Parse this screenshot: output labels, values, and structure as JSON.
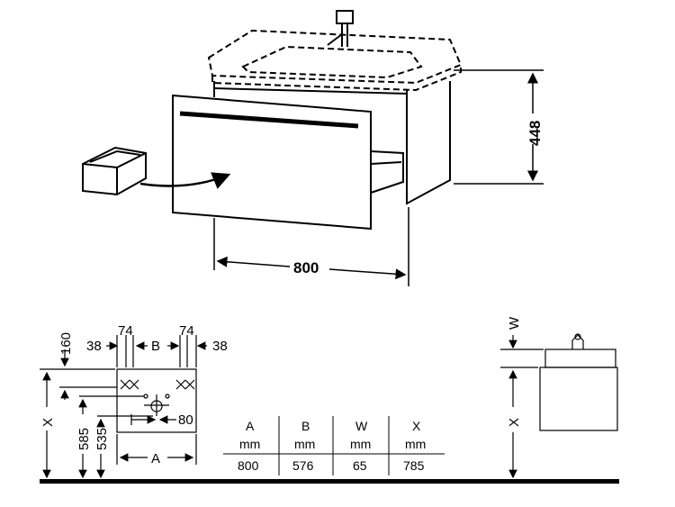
{
  "product_view": {
    "height_dim": "448",
    "width_dim": "800"
  },
  "plan_view": {
    "top_dims": [
      "38",
      "74",
      "B",
      "74",
      "38"
    ],
    "left_dims": [
      "160",
      "X",
      "585",
      "535"
    ],
    "tap_offset": "80",
    "bottom_dim": "A"
  },
  "side_view": {
    "w_label": "W",
    "x_label": "X"
  },
  "table": {
    "headers": [
      "A",
      "B",
      "W",
      "X"
    ],
    "units": [
      "mm",
      "mm",
      "mm",
      "mm"
    ],
    "values": [
      "800",
      "576",
      "65",
      "785"
    ]
  }
}
